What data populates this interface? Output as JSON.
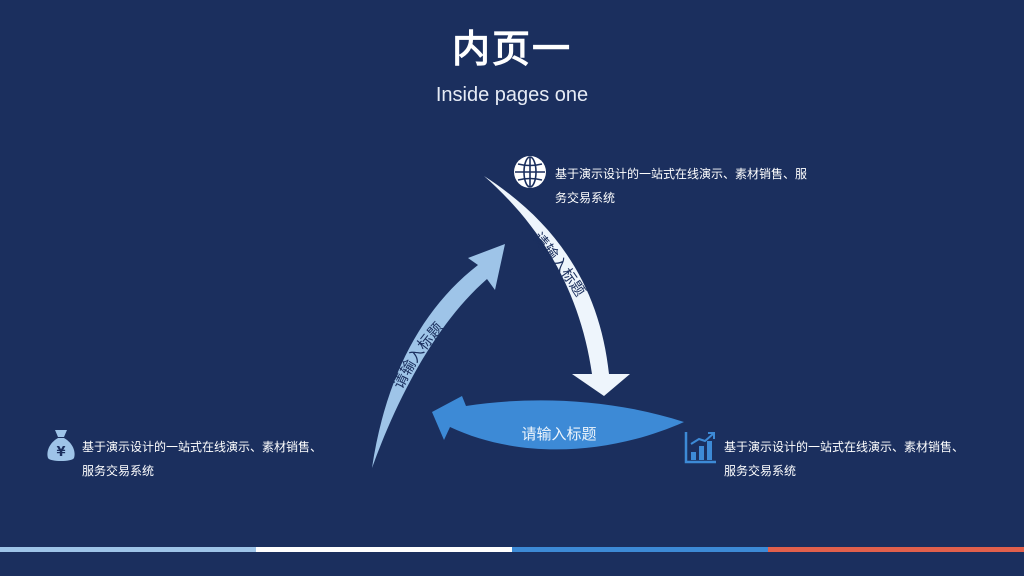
{
  "page": {
    "title": "内页一",
    "subtitle": "Inside pages one"
  },
  "cycle": {
    "arrow_right_label": "请输入标题",
    "arrow_left_label": "请输入标题",
    "arrow_bottom_label": "请输入标题"
  },
  "items": [
    {
      "icon": "globe-icon",
      "line1": "基于演示设计的一站式在线演示、素材销售、服",
      "line2": "务交易系统"
    },
    {
      "icon": "money-bag-icon",
      "line1": "基于演示设计的一站式在线演示、素材销售、",
      "line2": "服务交易系统"
    },
    {
      "icon": "bar-chart-icon",
      "line1": "基于演示设计的一站式在线演示、素材销售、",
      "line2": "服务交易系统"
    }
  ],
  "colors": {
    "background": "#1b2f5e",
    "arrow_light": "#eef5fc",
    "arrow_mid": "#9ec4e8",
    "arrow_blue": "#3d8ad6",
    "bar_1": "#9ec4e8",
    "bar_2": "#ffffff",
    "bar_3": "#3d8ad6",
    "bar_4": "#e2604c"
  }
}
